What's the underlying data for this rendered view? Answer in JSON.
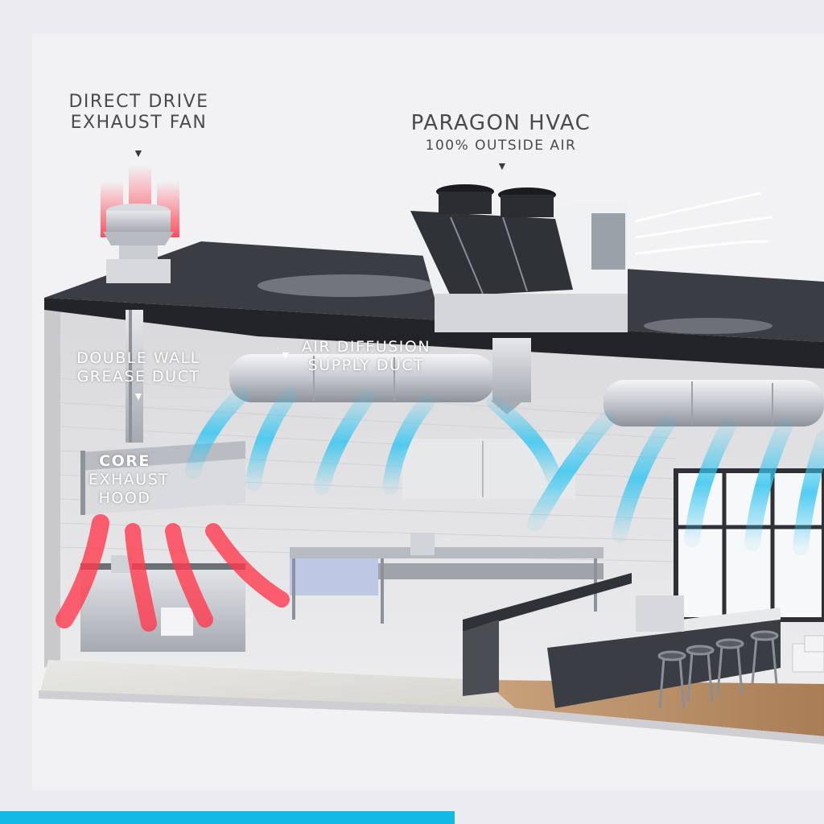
{
  "labels": {
    "exhaust_fan": {
      "line1": "DIRECT DRIVE",
      "line2": "EXHAUST FAN"
    },
    "hvac": {
      "line1": "PARAGON HVAC",
      "line2": "100% OUTSIDE AIR"
    },
    "grease_duct": {
      "line1": "DOUBLE WALL",
      "line2": "GREASE DUCT"
    },
    "supply_duct": {
      "line1": "AIR DIFFUSION",
      "line2": "SUPPLY DUCT"
    },
    "hood": {
      "line1": "CORE",
      "line2": "EXHAUST",
      "line3": "HOOD"
    }
  },
  "marker_glyph": "▼",
  "colors": {
    "accent": "#12b9e6",
    "exhaust_air": "#ff3b4e",
    "supply_air": "#39c6f0",
    "roof": "#3a3d44",
    "background": "#ecebef"
  }
}
